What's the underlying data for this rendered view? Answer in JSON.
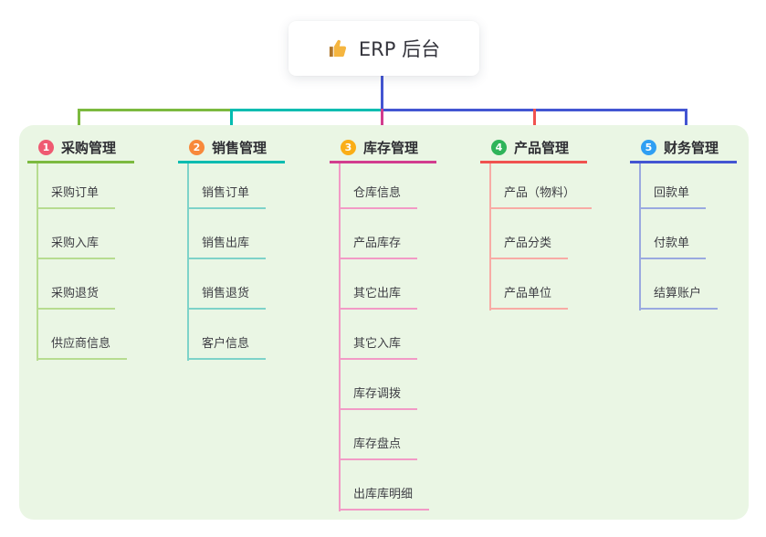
{
  "root": {
    "label": "ERP 后台",
    "icon": "thumbs-up-icon"
  },
  "colors": {
    "page_background": "#ffffff",
    "panel_background": "#eaf6e4",
    "stem_color": "#4355d2",
    "root_text": "#35353d",
    "branch_text": "#2e2e33",
    "child_text": "#3e3e44"
  },
  "branches": [
    {
      "number": "1",
      "label": "采购管理",
      "badge_color": "#ef5a72",
      "line_color": "#7cba3f",
      "light_color": "#b7dc90",
      "children": [
        "采购订单",
        "采购入库",
        "采购退货",
        "供应商信息"
      ]
    },
    {
      "number": "2",
      "label": "销售管理",
      "badge_color": "#f8893b",
      "line_color": "#00bcb0",
      "light_color": "#7ed3c9",
      "children": [
        "销售订单",
        "销售出库",
        "销售退货",
        "客户信息"
      ]
    },
    {
      "number": "3",
      "label": "库存管理",
      "badge_color": "#faae16",
      "line_color": "#d23c8e",
      "light_color": "#f29ac6",
      "children": [
        "仓库信息",
        "产品库存",
        "其它出库",
        "其它入库",
        "库存调拨",
        "库存盘点",
        "出库库明细"
      ]
    },
    {
      "number": "4",
      "label": "产品管理",
      "badge_color": "#2fb45a",
      "line_color": "#f0524f",
      "light_color": "#f8aba5",
      "children": [
        "产品（物料）",
        "产品分类",
        "产品单位"
      ]
    },
    {
      "number": "5",
      "label": "财务管理",
      "badge_color": "#2f9ff3",
      "line_color": "#4355d2",
      "light_color": "#9aa9e0",
      "children": [
        "回款单",
        "付款单",
        "结算账户"
      ]
    }
  ]
}
